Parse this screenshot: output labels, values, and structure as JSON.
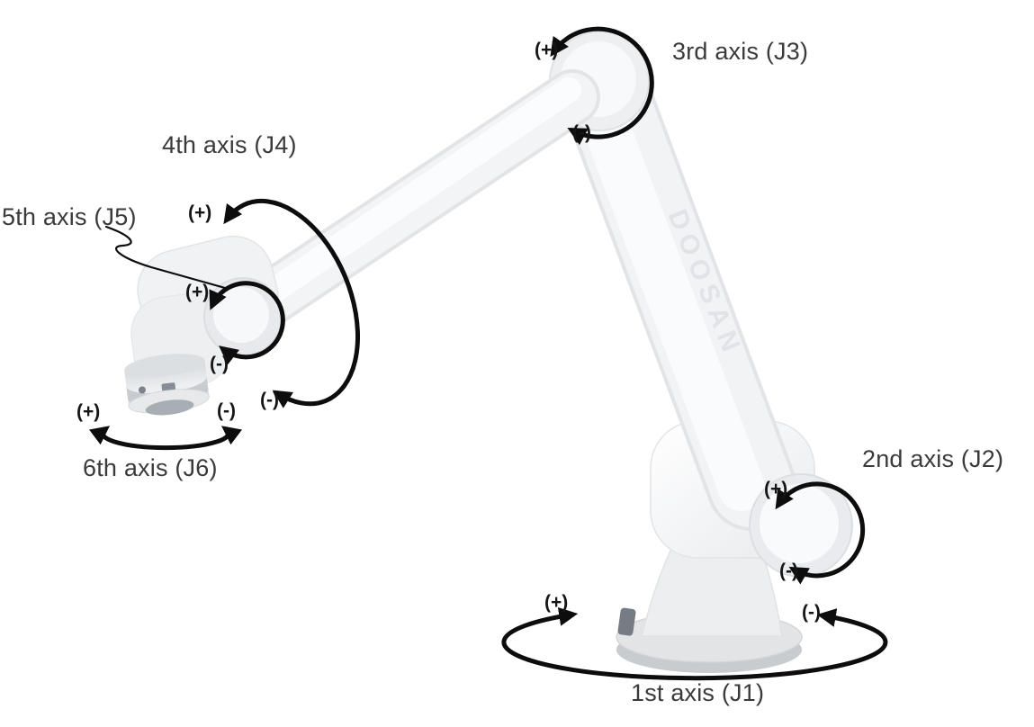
{
  "axes": {
    "j1": {
      "label": "1st axis (J1)",
      "plus": "(+)",
      "minus": "(-)"
    },
    "j2": {
      "label": "2nd axis (J2)",
      "plus": "(+)",
      "minus": "(-)"
    },
    "j3": {
      "label": "3rd axis (J3)",
      "plus": "(+)",
      "minus": "(-)"
    },
    "j4": {
      "label": "4th axis (J4)",
      "plus": "(+)",
      "minus": "(-)"
    },
    "j5": {
      "label": "5th axis (J5)",
      "plus": "(+)",
      "minus": "(-)"
    },
    "j6": {
      "label": "6th axis (J6)",
      "plus": "(+)",
      "minus": "(-)"
    }
  },
  "robot": {
    "brand_text": "DOOSAN"
  },
  "colors": {
    "arrow": "#0d0d0d",
    "label_text": "#3a3a3a",
    "sign_text": "#151515",
    "robot_body": "#f2f3f5",
    "background": "#ffffff"
  }
}
